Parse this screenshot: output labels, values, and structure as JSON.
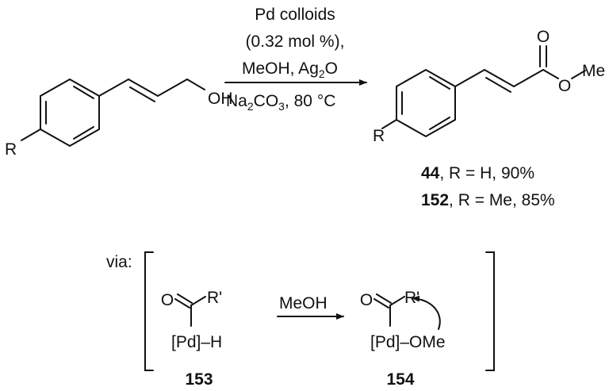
{
  "reaction": {
    "conditions": {
      "catalyst": "Pd colloids",
      "loading": "(0.32 mol %),",
      "reagents_prefix": "MeOH, Ag",
      "reagents_sub": "2",
      "reagents_suffix": "O",
      "base_prefix": "Na",
      "base_sub1": "2",
      "base_mid": "CO",
      "base_sub2": "3",
      "base_suffix": ", 80 °C"
    },
    "starting_material": {
      "hydroxyl": "OH",
      "substituent": "R"
    },
    "product": {
      "carbonyl_o": "O",
      "ester_o": "O",
      "methyl": "Me",
      "substituent": "R"
    },
    "results": [
      {
        "compound": "44",
        "text": ", R = H, 90%"
      },
      {
        "compound": "152",
        "text": ", R = Me, 85%"
      }
    ]
  },
  "mechanism": {
    "via_label": "via:",
    "reagent": "MeOH",
    "intermediate_153": {
      "o": "O",
      "r": "R'",
      "pd_h": "[Pd]–H",
      "number": "153"
    },
    "intermediate_154": {
      "o": "O",
      "r": "R'",
      "pd_ome": "[Pd]–OMe",
      "number": "154"
    }
  }
}
